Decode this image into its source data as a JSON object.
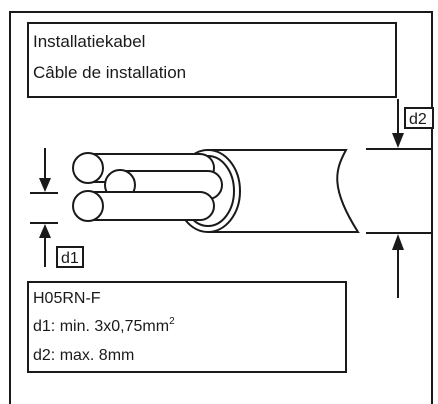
{
  "title_box": {
    "line1": "Installatiekabel",
    "line2": "Câble de installation"
  },
  "labels": {
    "d1": "d1",
    "d2": "d2"
  },
  "spec_box": {
    "cable_type": "H05RN-F",
    "d1_line": "d1:  min. 3x0,75mm",
    "d1_superscript": "2",
    "d2_line": "d2: max. 8mm"
  }
}
